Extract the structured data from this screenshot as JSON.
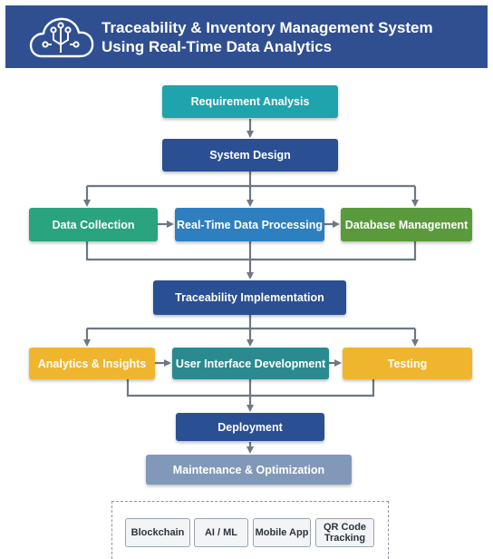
{
  "header": {
    "title_line1": "Traceability & Inventory Management System",
    "title_line2": "Using Real-Time Data Analytics",
    "logo_icon": "cloud-circuit-icon",
    "background": "#2f4f91"
  },
  "flow": {
    "requirement_analysis": "Requirement Analysis",
    "system_design": "System Design",
    "data_collection": "Data Collection",
    "realtime_processing": "Real-Time Data Processing",
    "database_management": "Database Management",
    "traceability_implementation": "Traceability Implementation",
    "analytics_insights": "Analytics & Insights",
    "ui_development": "User Interface Development",
    "testing": "Testing",
    "deployment": "Deployment",
    "maintenance": "Maintenance & Optimization"
  },
  "technologies": {
    "blockchain": "Blockchain",
    "ai_ml": "AI / ML",
    "mobile_app": "Mobile App",
    "qr_line1": "QR Code",
    "qr_line2": "Tracking"
  },
  "colors": {
    "connector": "#6e7785",
    "teal": "#1fa3ad",
    "navy": "#2a4f93",
    "green": "#2aa37f",
    "blue": "#2e7fbf",
    "olive": "#5a9a3c",
    "amber": "#f0b52e",
    "slate": "#8198b8"
  }
}
